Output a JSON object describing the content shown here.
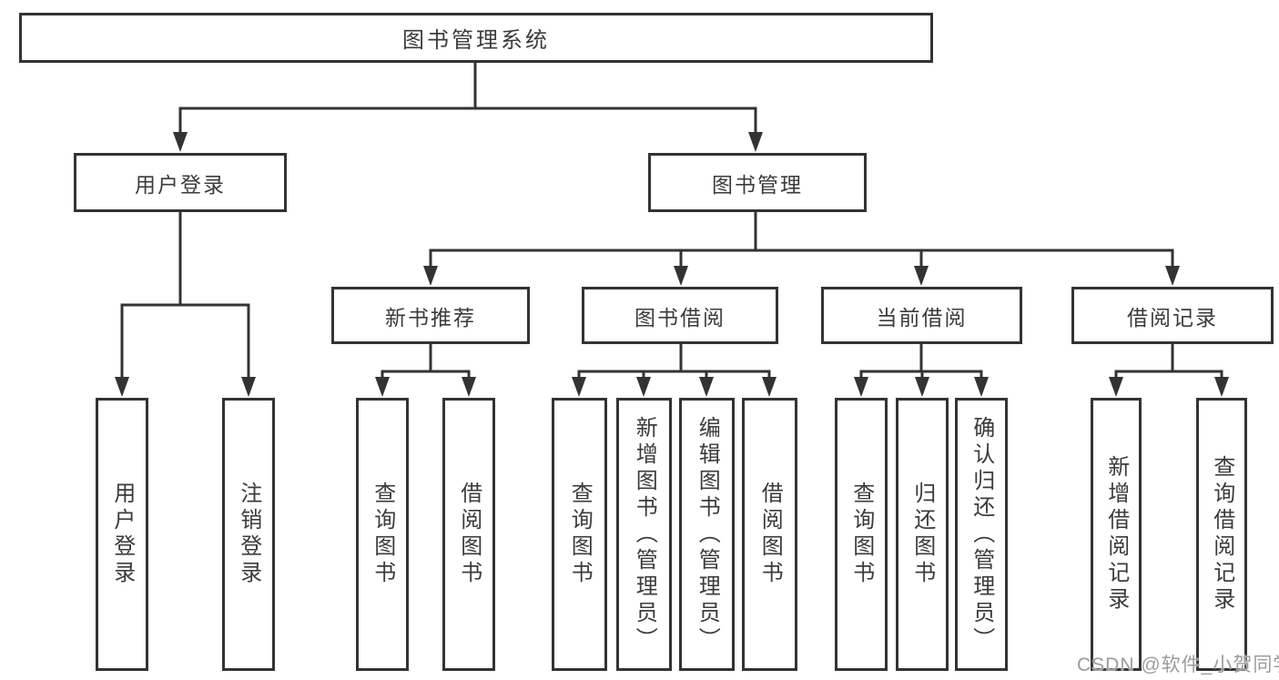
{
  "diagram": {
    "root": {
      "label": "图书管理系统"
    },
    "level2": [
      {
        "label": "用户登录"
      },
      {
        "label": "图书管理"
      }
    ],
    "level3": [
      {
        "label": "新书推荐"
      },
      {
        "label": "图书借阅"
      },
      {
        "label": "当前借阅"
      },
      {
        "label": "借阅记录"
      }
    ],
    "leaves": {
      "user_login": [
        {
          "label": "用户登录"
        },
        {
          "label": "注销登录"
        }
      ],
      "new_books": [
        {
          "label": "查询图书"
        },
        {
          "label": "借阅图书"
        }
      ],
      "book_borrow": [
        {
          "label": "查询图书"
        },
        {
          "label": "新增图书（管理员）"
        },
        {
          "label": "编辑图书（管理员）"
        },
        {
          "label": "借阅图书"
        }
      ],
      "current_borrow": [
        {
          "label": "查询图书"
        },
        {
          "label": "归还图书"
        },
        {
          "label": "确认归还（管理员）"
        }
      ],
      "borrow_records": [
        {
          "label": "新增借阅记录"
        },
        {
          "label": "查询借阅记录"
        }
      ]
    },
    "watermark": "CSDN @软件_小贺同学",
    "colors": {
      "line": "#333333",
      "box_border": "#333333",
      "text": "#3b3b3b",
      "watermark": "#9c9c9c",
      "background": "#ffffff"
    }
  }
}
